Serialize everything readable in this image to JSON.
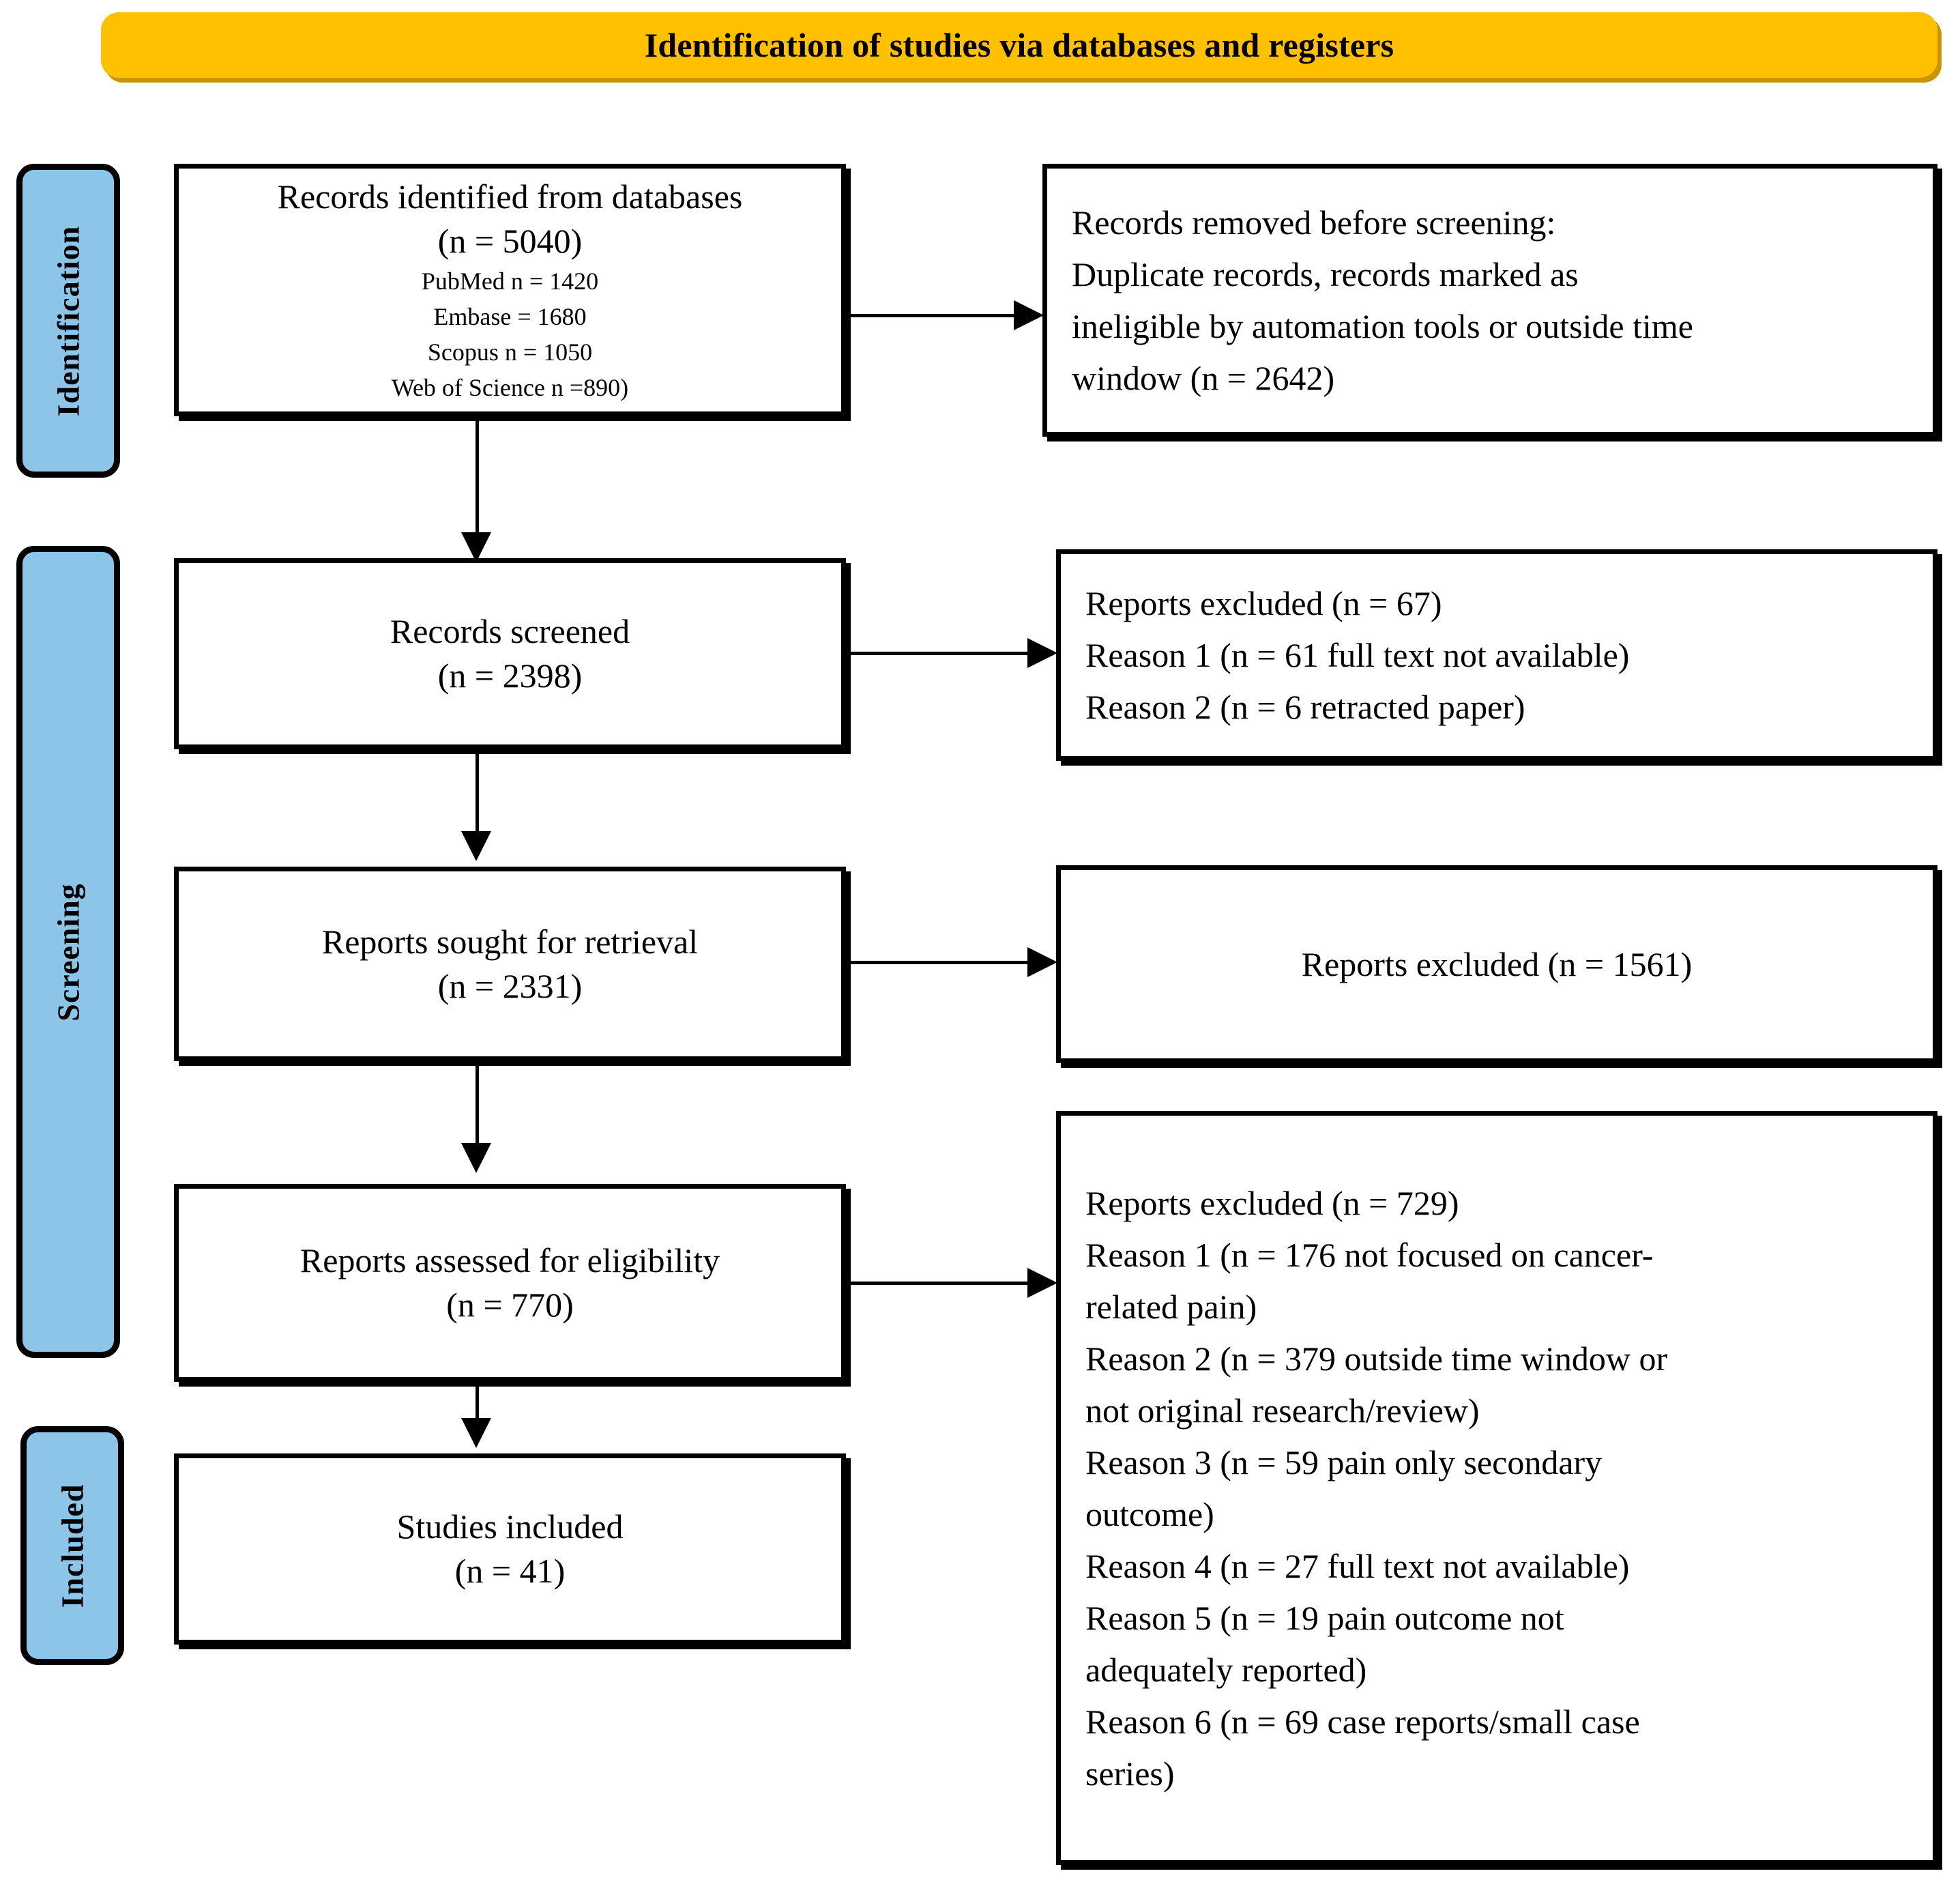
{
  "banner": {
    "title": "Identification of studies via databases and registers",
    "fill_color": "#FFC000"
  },
  "stages": [
    {
      "key": "identification",
      "label": "Identification",
      "fill_color": "#8CC5E8"
    },
    {
      "key": "screening",
      "label": "Screening",
      "fill_color": "#8CC5E8"
    },
    {
      "key": "included",
      "label": "Included",
      "fill_color": "#8CC5E8"
    }
  ],
  "flow": {
    "identified": {
      "title": "Records identified from databases",
      "count": "(n = 5040)",
      "sources": [
        "PubMed n = 1420",
        "Embase = 1680",
        "Scopus n = 1050",
        "Web of Science n =890)"
      ]
    },
    "removed": {
      "lines": [
        "Records removed before screening:",
        "Duplicate records, records marked as",
        "ineligible by automation tools or outside time",
        "window (n = 2642)"
      ]
    },
    "screened": {
      "title": "Records screened",
      "count": "(n = 2398)"
    },
    "excluded_screening": {
      "lines": [
        "Reports excluded (n = 67)",
        "Reason 1 (n = 61 full text not available)",
        "Reason 2 (n = 6 retracted paper)"
      ]
    },
    "sought": {
      "title": "Reports sought for retrieval",
      "count": "(n = 2331)"
    },
    "excluded_sought": {
      "lines": [
        "Reports excluded (n = 1561)"
      ]
    },
    "assessed": {
      "title": "Reports assessed for eligibility",
      "count": "(n = 770)"
    },
    "excluded_eligibility": {
      "lines": [
        "Reports excluded (n = 729)",
        "Reason 1 (n = 176 not focused on cancer-",
        "related pain)",
        "Reason 2 (n = 379 outside time window or",
        "not original research/review)",
        "Reason 3 (n = 59 pain only secondary",
        "outcome)",
        "Reason 4 (n = 27 full text not available)",
        "Reason 5 (n = 19 pain outcome not",
        "adequately reported)",
        "Reason 6 (n = 69 case reports/small case",
        "series)"
      ]
    },
    "included": {
      "title": "Studies included",
      "count": "(n = 41)"
    }
  }
}
